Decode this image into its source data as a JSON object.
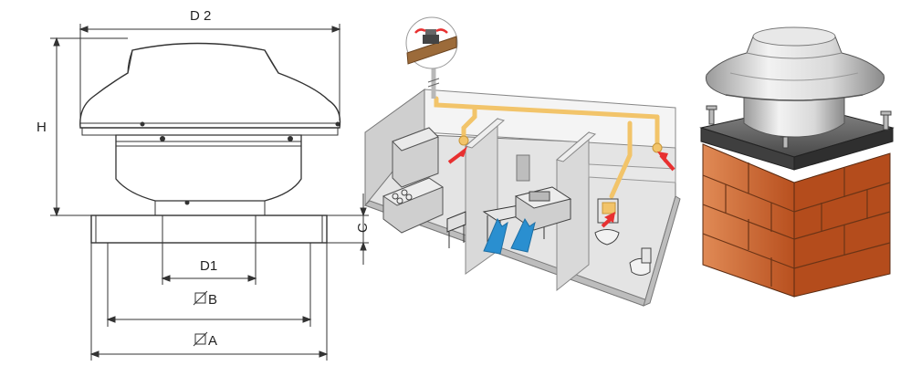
{
  "dimensions": {
    "d2": "D 2",
    "h": "H",
    "c": "C",
    "d1": "D1",
    "b": "B",
    "a": "A"
  },
  "colors": {
    "line": "#333333",
    "duct": "#f2c46a",
    "arrow_exhaust": "#e83030",
    "arrow_supply": "#2a8fd0",
    "brick": "#c65a2a",
    "plate": "#555555"
  }
}
